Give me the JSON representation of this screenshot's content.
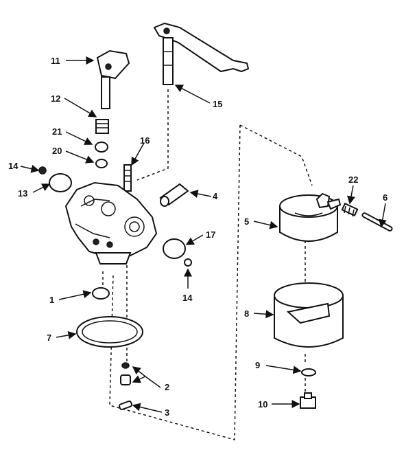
{
  "callouts": {
    "c1": "1",
    "c2": "2",
    "c3": "3",
    "c4": "4",
    "c5": "5",
    "c6": "6",
    "c7": "7",
    "c8": "8",
    "c9": "9",
    "c10": "10",
    "c11": "11",
    "c12": "12",
    "c13": "13",
    "c14a": "14",
    "c14b": "14",
    "c15": "15",
    "c16": "16",
    "c17": "17",
    "c20": "20",
    "c21": "21",
    "c22": "22"
  },
  "colors": {
    "line": "#111111",
    "background": "#ffffff"
  }
}
